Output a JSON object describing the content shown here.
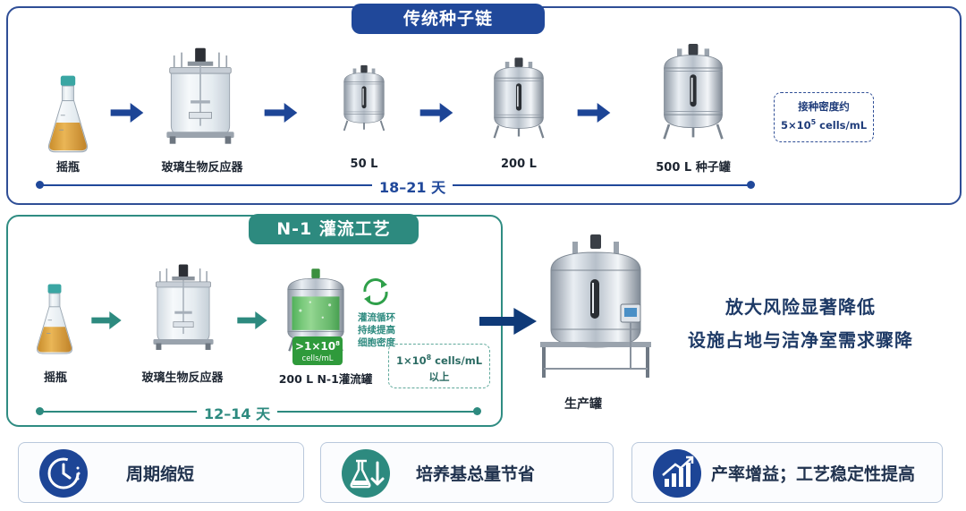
{
  "top": {
    "title": "传统种子链",
    "steps": [
      "摇瓶",
      "玻璃生物反应器",
      "50 L",
      "200 L",
      "500 L 种子罐"
    ],
    "note_line1": "接种密度约",
    "note_line2_prefix": "5×10",
    "note_line2_exp": "5",
    "note_line2_suffix": " cells/mL",
    "timeline": "18–21 天"
  },
  "mid": {
    "title": "N-1 灌流工艺",
    "steps": [
      "摇瓶",
      "玻璃生物反应器",
      "200 L N-1灌流罐"
    ],
    "perfusion_lines": [
      "灌流循环",
      "持续提高",
      "细胞密度"
    ],
    "badge_prefix": ">1×10",
    "badge_exp": "8",
    "badge_unit": "cells/mL",
    "note_line1_prefix": "1×10",
    "note_line1_exp": "8",
    "note_line1_suffix": " cells/mL",
    "note_line2": "以上",
    "timeline": "12–14 天"
  },
  "production": {
    "label": "生产罐"
  },
  "right": {
    "line1": "放大风险显著降低",
    "line2": "设施占地与洁净室需求骤降"
  },
  "benefits": [
    {
      "icon": "clock-icon",
      "text": "周期缩短"
    },
    {
      "icon": "flask-down-icon",
      "text": "培养基总量节省"
    },
    {
      "icon": "growth-chart-icon",
      "text": "产率增益；工艺稳定性提高"
    }
  ],
  "colors": {
    "navy": "#20489a",
    "teal": "#2d8a7f",
    "green": "#3db14a",
    "darkblue": "#0f3a78"
  }
}
